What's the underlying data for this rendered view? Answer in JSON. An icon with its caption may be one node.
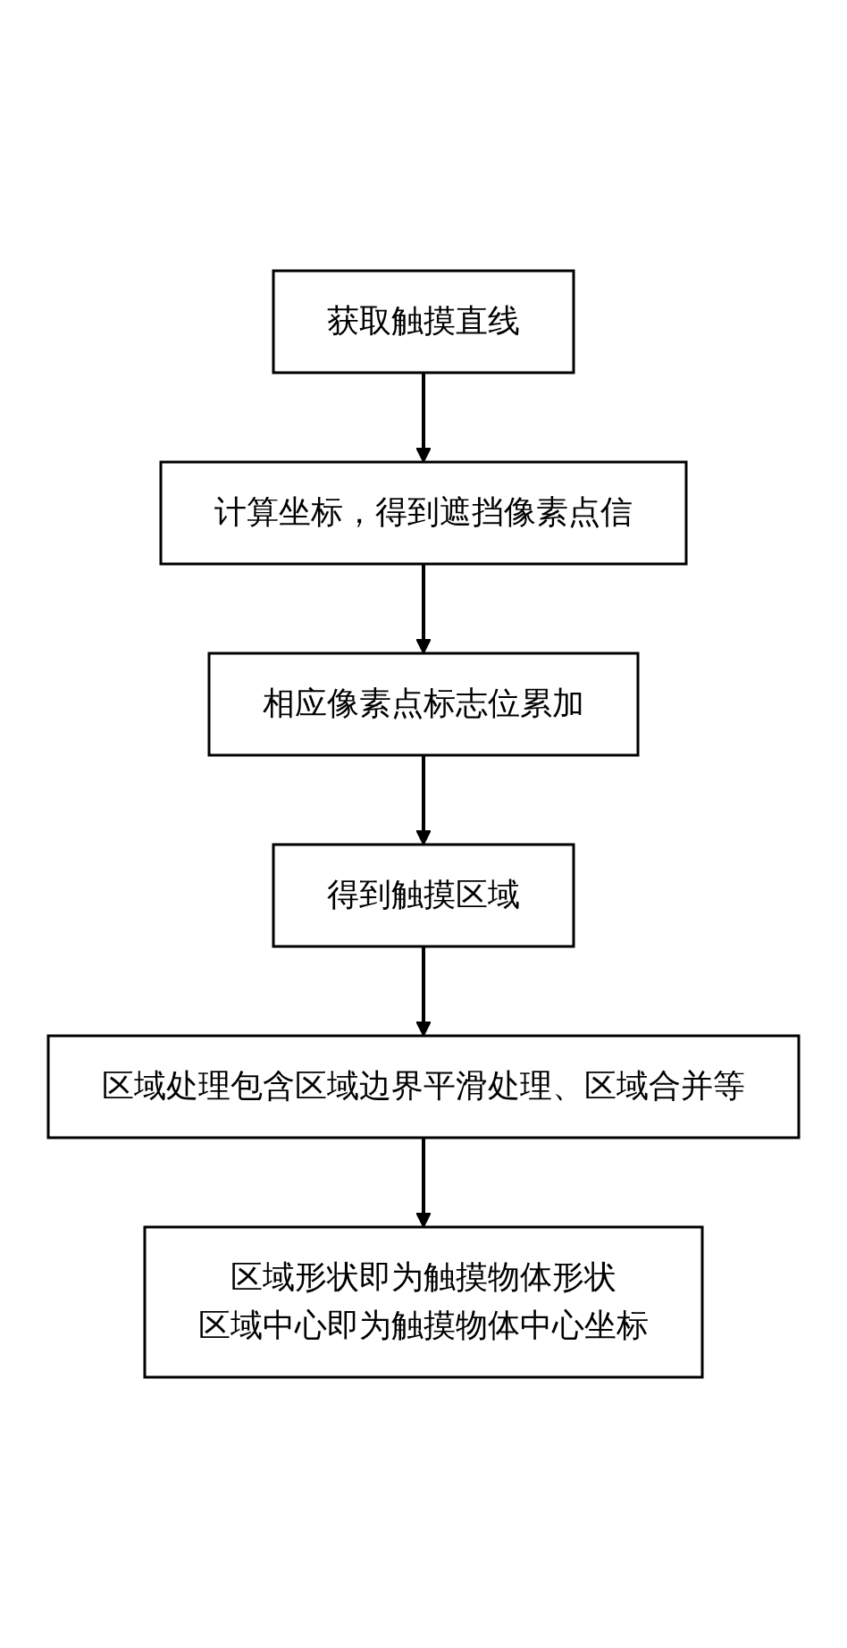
{
  "diagram": {
    "nodes": [
      {
        "text": [
          "获取触摸直线"
        ]
      },
      {
        "text": [
          "计算坐标，得到遮挡像素点信"
        ]
      },
      {
        "text": [
          "相应像素点标志位累加"
        ]
      },
      {
        "text": [
          "得到触摸区域"
        ]
      },
      {
        "text": [
          "区域处理包含区域边界平滑处理、区域合并等"
        ]
      },
      {
        "text": [
          "区域形状即为触摸物体形状",
          "区域中心即为触摸物体中心坐标"
        ]
      }
    ],
    "edges": [
      {
        "from": 0,
        "to": 1,
        "arrow": "to"
      },
      {
        "from": 1,
        "to": 2,
        "arrow": "to"
      },
      {
        "from": 2,
        "to": 3,
        "arrow": "to"
      },
      {
        "from": 3,
        "to": 4,
        "arrow": "to"
      },
      {
        "from": 4,
        "to": 5,
        "arrow": "to"
      }
    ]
  }
}
